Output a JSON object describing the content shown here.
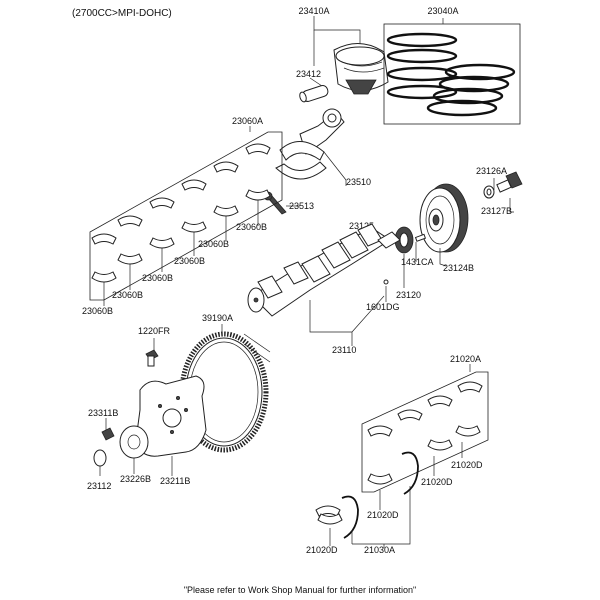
{
  "header": {
    "engine_note": "(2700CC>MPI-DOHC)"
  },
  "footer": {
    "note": "\"Please refer to Work Shop Manual for further information\""
  },
  "labels": {
    "l23410A": "23410A",
    "l23040A": "23040A",
    "l23412": "23412",
    "l23060A": "23060A",
    "l23510": "23510",
    "l23513": "23513",
    "l23126A": "23126A",
    "l23127B": "23127B",
    "l23125": "23125",
    "l1431CA": "1431CA",
    "l23124B": "23124B",
    "l23120": "23120",
    "l1601DG": "1601DG",
    "l23110": "23110",
    "l39190A": "39190A",
    "l1220FR": "1220FR",
    "l23311B": "23311B",
    "l23226B": "23226B",
    "l23211B": "23211B",
    "l23112": "23112",
    "l21020A": "21020A",
    "l21030A": "21030A",
    "b60_1": "23060B",
    "b60_2": "23060B",
    "b60_3": "23060B",
    "b60_4": "23060B",
    "b60_5": "23060B",
    "b60_6": "23060B",
    "d20_1": "21020D",
    "d20_2": "21020D",
    "d20_3": "21020D",
    "d20_4": "21020D"
  }
}
